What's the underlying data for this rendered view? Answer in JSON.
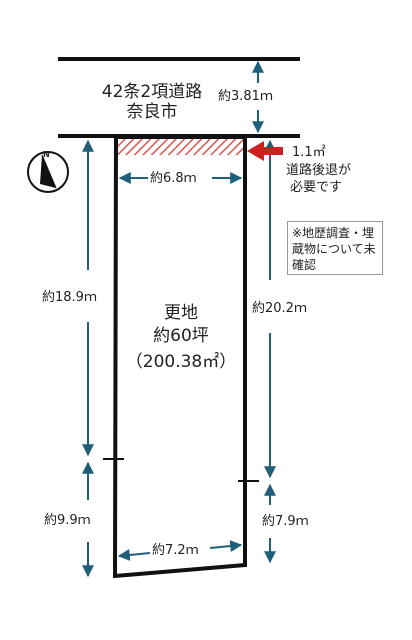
{
  "road": {
    "line1": "42条2項道路",
    "line2": "奈良市",
    "width": "約3.81ｍ"
  },
  "setback": {
    "area": "1.1㎡",
    "note1": "道路後退が",
    "note2": "必要です"
  },
  "frontage_width": "約6.8ｍ",
  "rear_width": "約7.2ｍ",
  "left_upper": "約18.9ｍ",
  "left_lower": "約9.9ｍ",
  "right_upper": "約20.2ｍ",
  "right_lower": "約7.9ｍ",
  "note_box": "※地歴調査・埋蔵物について未確認",
  "lot": {
    "line1": "更地",
    "line2": "約60坪",
    "line3": "（200.38㎡）"
  },
  "compass": {
    "label": "N"
  },
  "colors": {
    "line": "#111111",
    "arrow": "#1f5f7a",
    "hatch": "#d9534f",
    "setback_arrow": "#cc1f1f"
  }
}
